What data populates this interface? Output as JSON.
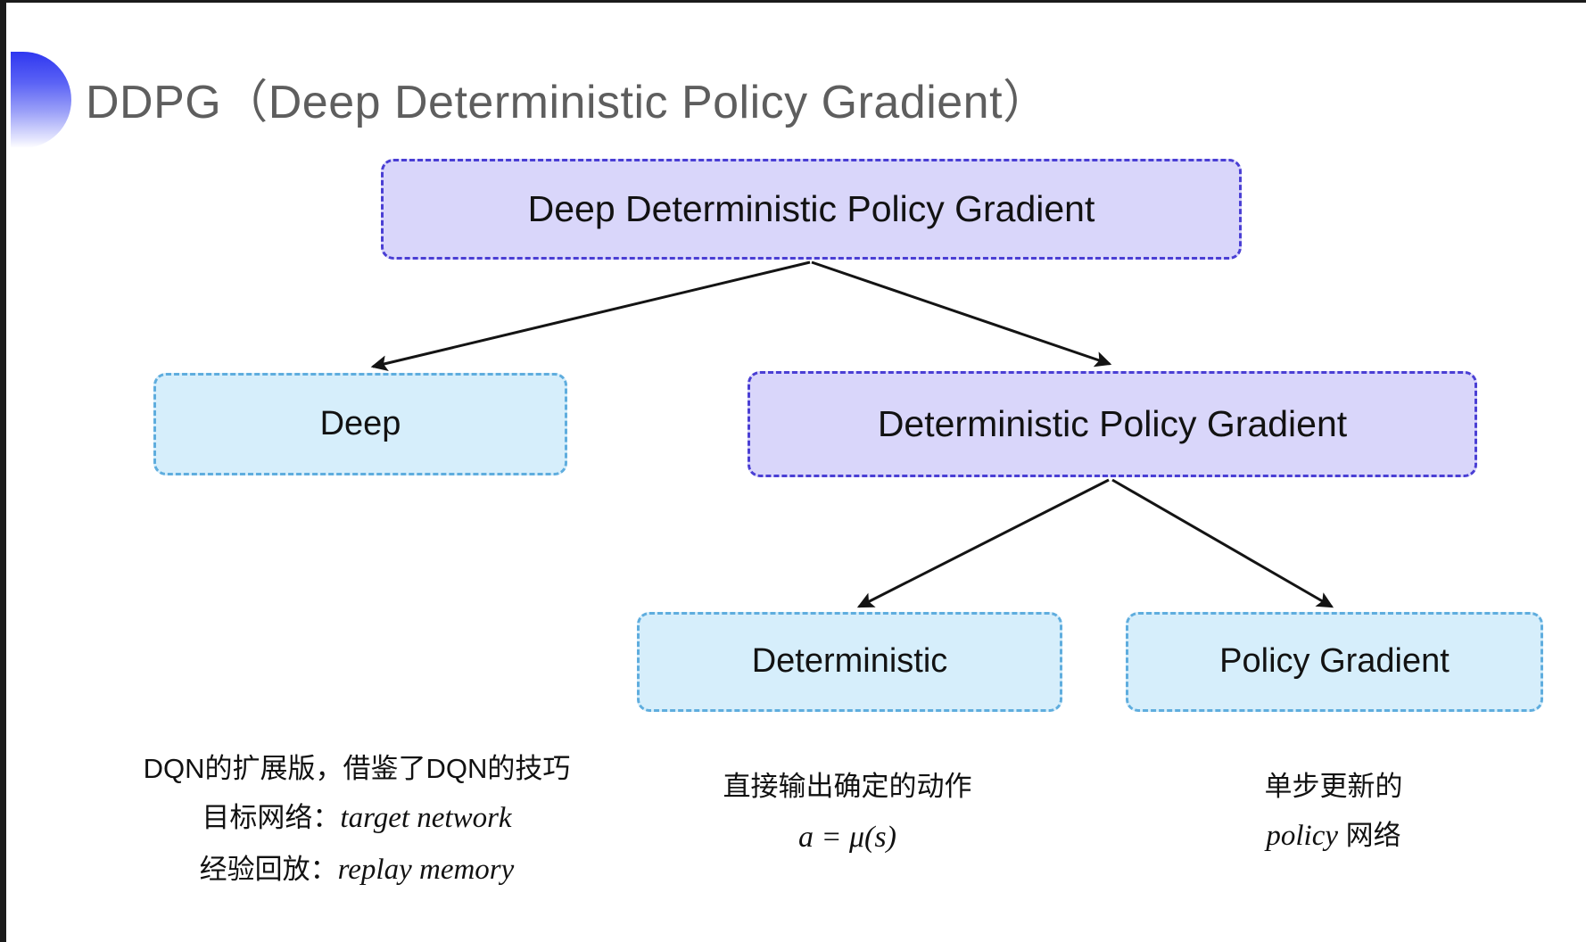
{
  "slide": {
    "title": "DDPG（Deep Deterministic Policy Gradient）",
    "background_color": "#ffffff",
    "title_color": "#5e5e5e",
    "decoration": "blue-gradient-half-circle"
  },
  "palette": {
    "purple_fill": "#d9d6fa",
    "purple_border": "#4a3fd4",
    "cyan_fill": "#d6eefb",
    "cyan_border": "#5fadde",
    "arrow_color": "#1a1a1a",
    "text_color": "#111111"
  },
  "nodes": {
    "root": {
      "label": "Deep Deterministic Policy Gradient",
      "style": "purple"
    },
    "deep": {
      "label": "Deep",
      "style": "cyan"
    },
    "dpg": {
      "label": "Deterministic Policy Gradient",
      "style": "purple"
    },
    "deterministic": {
      "label": "Deterministic",
      "style": "cyan"
    },
    "policy_gradient": {
      "label": "Policy Gradient",
      "style": "cyan"
    }
  },
  "captions": {
    "deep": {
      "line1": "DQN的扩展版，借鉴了DQN的技巧",
      "line2_label": "目标网络：",
      "line2_term": "target network",
      "line3_label": "经验回放：",
      "line3_term": "replay memory"
    },
    "deterministic": {
      "line1": "直接输出确定的动作",
      "formula": "a = μ(s)"
    },
    "policy_gradient": {
      "line1": "单步更新的",
      "line2_term": "policy",
      "line2_suffix": " 网络"
    }
  },
  "edges": [
    {
      "from": "root",
      "to": "deep"
    },
    {
      "from": "root",
      "to": "dpg"
    },
    {
      "from": "dpg",
      "to": "deterministic"
    },
    {
      "from": "dpg",
      "to": "policy_gradient"
    }
  ]
}
